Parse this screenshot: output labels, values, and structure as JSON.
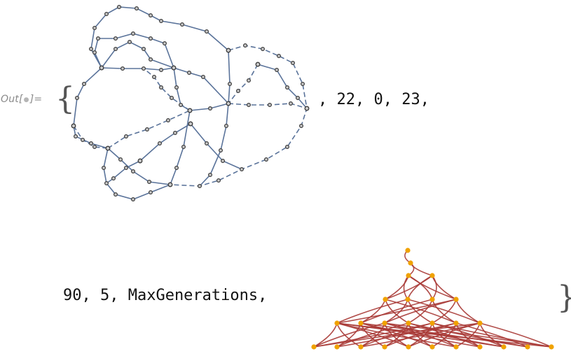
{
  "cell": {
    "out_label_prefix": "Out[",
    "out_label_suffix": "]=",
    "open_brace": "{",
    "close_brace": "}",
    "line1_text": ", 22, 0, 23,",
    "line2_text": "90, 5, MaxGenerations,"
  },
  "graphics": {
    "graph": {
      "edge_color": "#5a739a",
      "vertex_color": "#3b3b3b",
      "vertex_fill": "#c9c9c9"
    },
    "causal_graph": {
      "edge_color": "#a83a36",
      "vertex_color": "#f0a200"
    }
  },
  "icons": {
    "out_dot": "circle-dot-icon"
  }
}
